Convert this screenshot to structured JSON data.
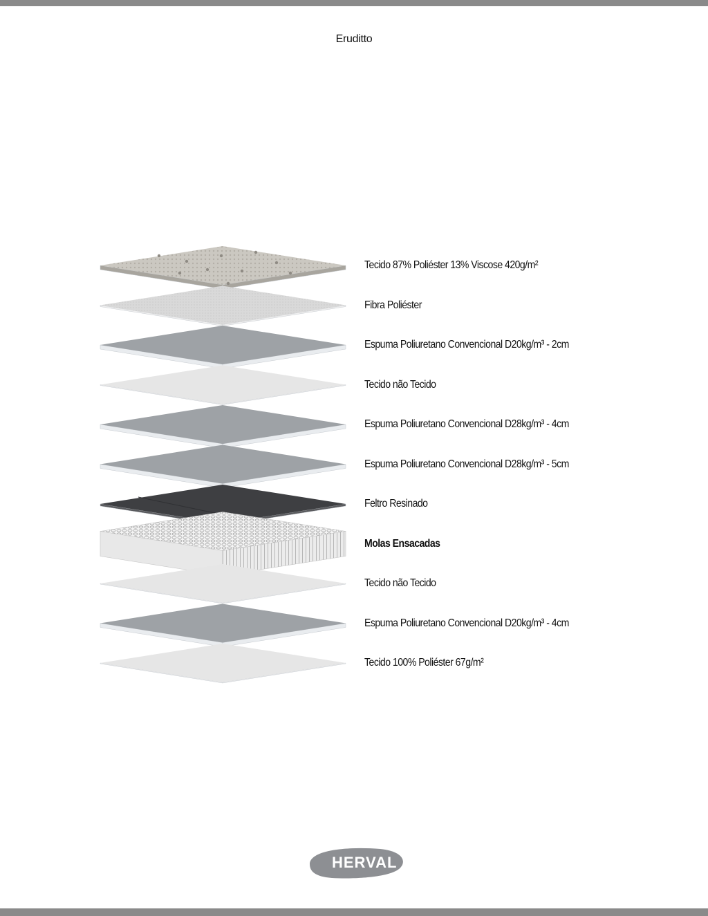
{
  "document": {
    "title": "Eruditto",
    "layers": [
      {
        "label": "Tecido 87% Poliéster 13% Viscose 420g/m²",
        "bold": false,
        "type": "quilted"
      },
      {
        "label": "Fibra Poliéster",
        "bold": false,
        "type": "light-fiber"
      },
      {
        "label": "Espuma Poliuretano  Convencional D20kg/m³ - 2cm",
        "bold": false,
        "type": "foam"
      },
      {
        "label": "Tecido não Tecido",
        "bold": false,
        "type": "nonwoven"
      },
      {
        "label": "Espuma Poliuretano Convencional D28kg/m³ - 4cm",
        "bold": false,
        "type": "foam"
      },
      {
        "label": "Espuma Poliuretano Convencional D28kg/m³ - 5cm",
        "bold": false,
        "type": "foam"
      },
      {
        "label": "Feltro Resinado",
        "bold": false,
        "type": "felt"
      },
      {
        "label": "Molas Ensacadas",
        "bold": true,
        "type": "springs"
      },
      {
        "label": "Tecido não Tecido",
        "bold": false,
        "type": "nonwoven"
      },
      {
        "label": "Espuma Poliuretano Convencional D20kg/m³ - 4cm",
        "bold": false,
        "type": "foam"
      },
      {
        "label": "Tecido 100% Poliéster 67g/m²",
        "bold": false,
        "type": "nonwoven"
      }
    ]
  },
  "footer": {
    "logo_text": "HERVAL"
  },
  "colors": {
    "page_bar": "#8a8a8a",
    "foam_top": "#9ea2a6",
    "foam_edge": "#e9ecef",
    "felt": "#3e3f42",
    "fiber": "#d7d7d7",
    "nonwoven": "#e6e6e6",
    "quilted": "#c9c6bf",
    "logo_bg": "#8d8f93"
  }
}
